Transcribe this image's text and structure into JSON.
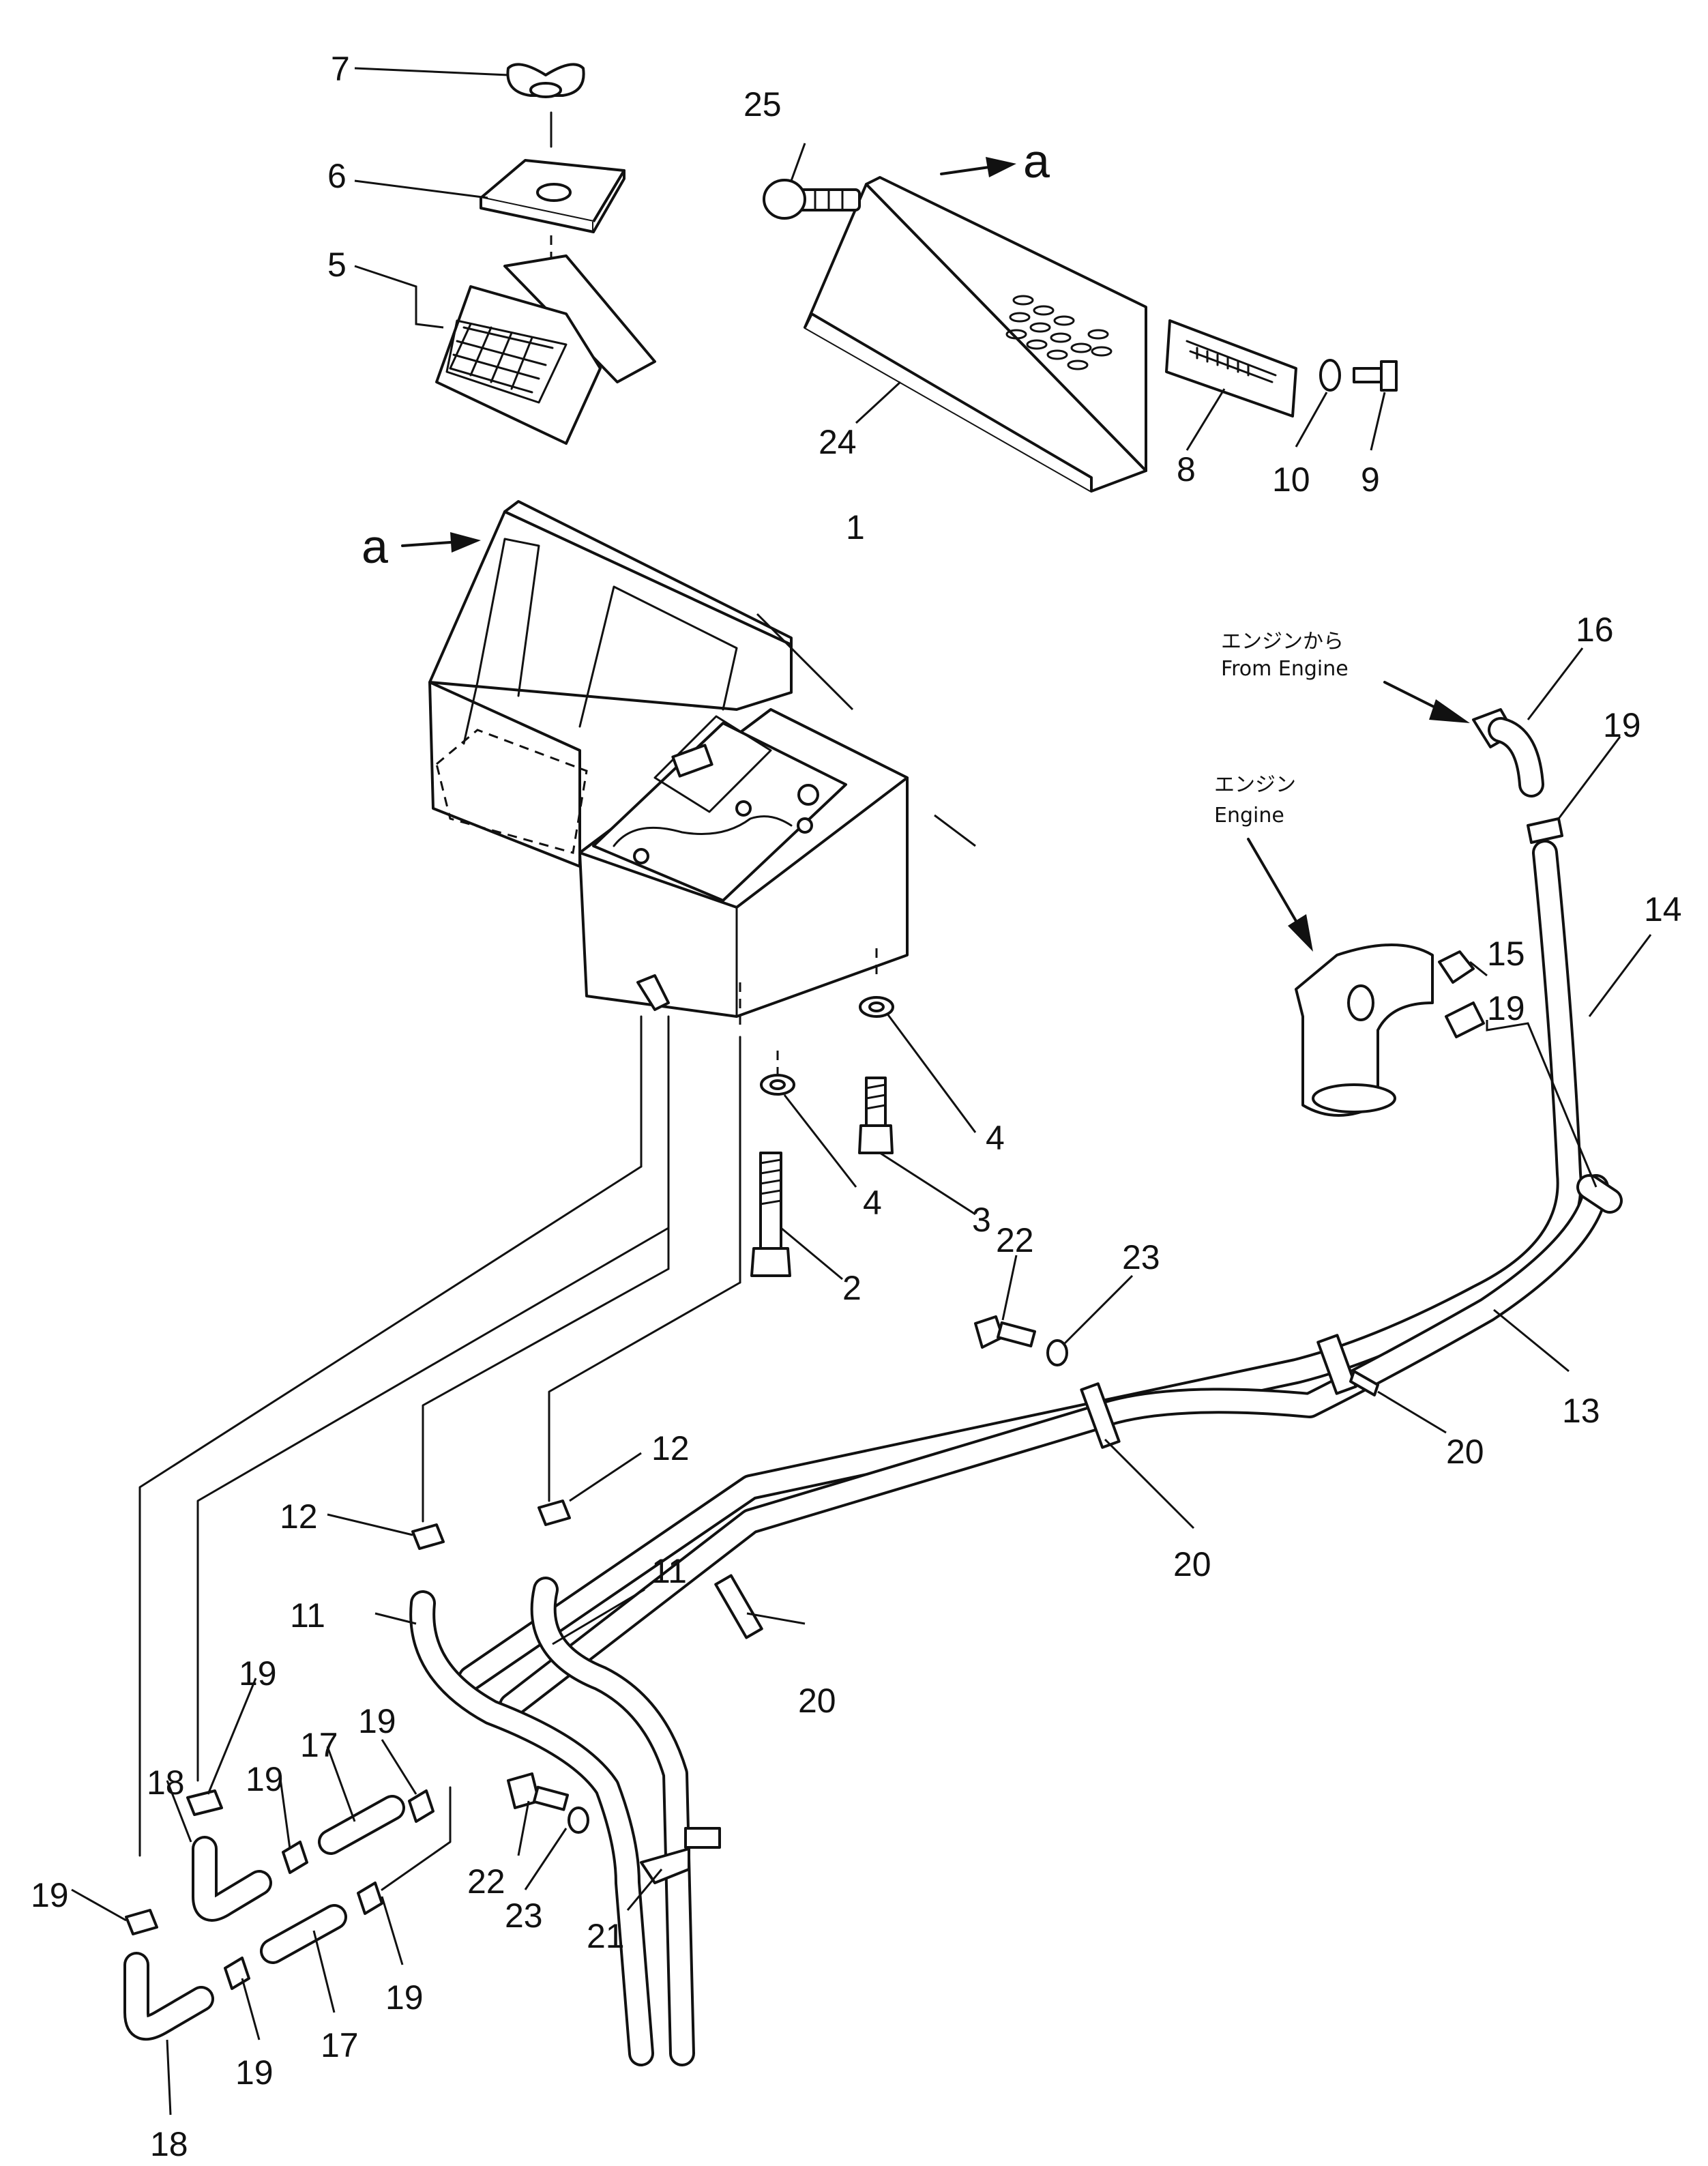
{
  "labels": {
    "p1": "1",
    "p2": "2",
    "p3": "3",
    "p4a": "4",
    "p4b": "4",
    "p5": "5",
    "p6": "6",
    "p7": "7",
    "p8": "8",
    "p9": "9",
    "p10": "10",
    "p11a": "11",
    "p11b": "11",
    "p12a": "12",
    "p12b": "12",
    "p13": "13",
    "p14": "14",
    "p15": "15",
    "p16": "16",
    "p17a": "17",
    "p17b": "17",
    "p18a": "18",
    "p18b": "18",
    "p19a": "19",
    "p19b": "19",
    "p19c": "19",
    "p19d": "19",
    "p19e": "19",
    "p19f": "19",
    "p19g": "19",
    "p19h": "19",
    "p20a": "20",
    "p20b": "20",
    "p20c": "20",
    "p21": "21",
    "p22a": "22",
    "p22b": "22",
    "p23a": "23",
    "p23b": "23",
    "p24": "24",
    "p25": "25"
  },
  "view_markers": {
    "a_top": "a",
    "a_left": "a"
  },
  "notes": {
    "from_engine_jp": "エンジンから",
    "from_engine_en": "From Engine",
    "engine_jp": "エンジン",
    "engine_en": "Engine"
  }
}
